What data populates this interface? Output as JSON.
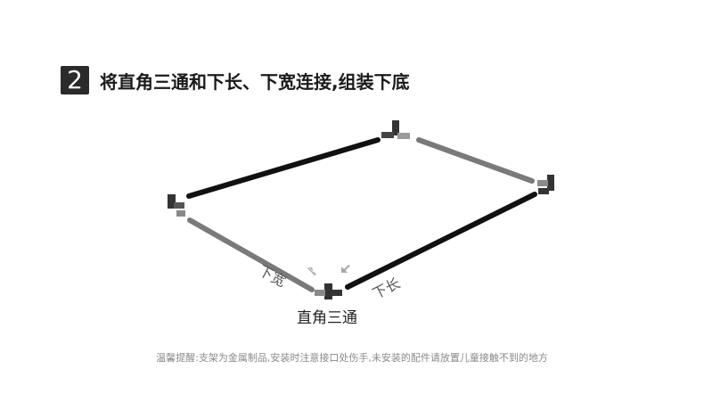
{
  "step": {
    "number": "2",
    "title": "将直角三通和下长、下宽连接,组装下底"
  },
  "diagram": {
    "label_width": "下宽",
    "label_length": "下长",
    "label_corner": "直角三通"
  },
  "note": "温馨提醒:支架为金属制品,安装时注意接口处伤手,未安装的配件请放置儿童接触不到的地方",
  "colors": {
    "badge": "#2b2b2b",
    "black_tube": "#111111",
    "gray_tube": "#7a7a7a",
    "connector": "#333333",
    "arrow": "#a8a8a8"
  }
}
